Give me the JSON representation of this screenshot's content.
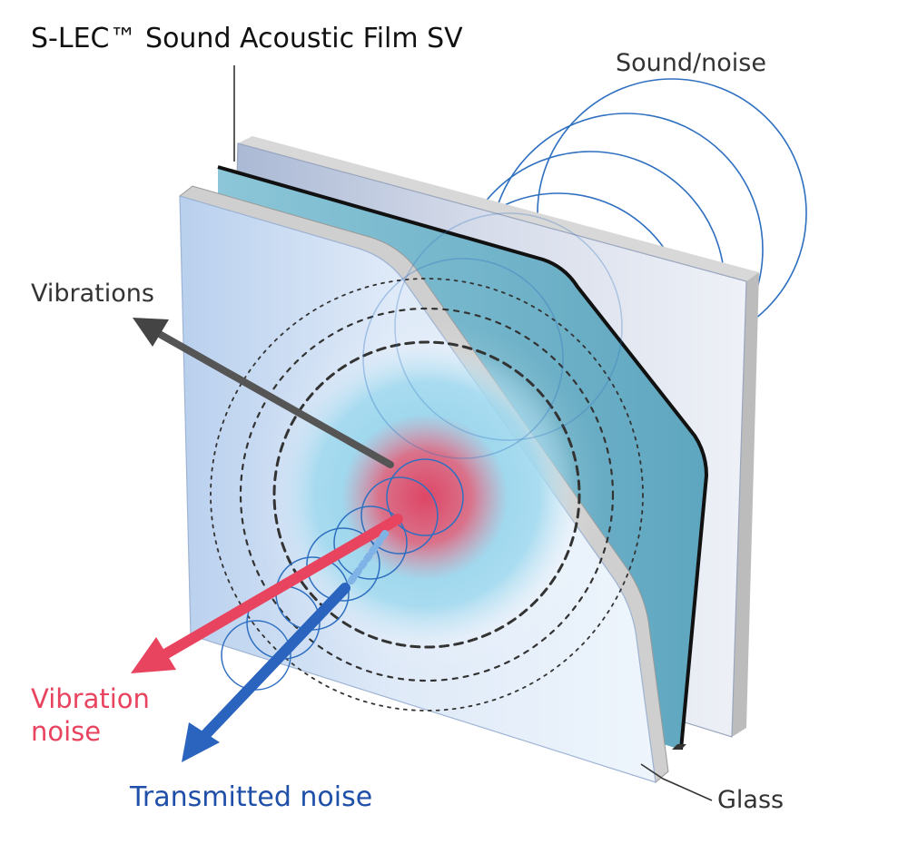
{
  "title": "S-LEC™ Sound Acoustic Film SV",
  "labels": {
    "sound_noise": "Sound/noise",
    "vibrations": "Vibrations",
    "vibration_noise_line1": "Vibration",
    "vibration_noise_line2": "noise",
    "transmitted_noise": "Transmitted noise",
    "glass": "Glass"
  },
  "colors": {
    "vibration_noise": "#e8445f",
    "transmitted_noise": "#1f4fa8",
    "vibrations_arrow": "#444444",
    "sound_waves": "#2e6fc0",
    "film": "#6fb4cc",
    "glass_edge": "#c9c9c9",
    "impact_center": "#e24a66"
  }
}
